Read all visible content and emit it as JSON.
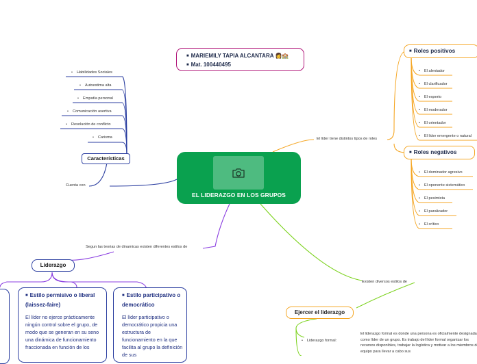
{
  "central": {
    "title": "EL LIDERAZGO EN LOS GRUPOS",
    "image_icon": "camera-icon"
  },
  "author": {
    "name": "MARIEMILY TAPIA  ALCANTARA",
    "mat": "Mat. 100440495",
    "emoji": "👩🏫"
  },
  "caracteristicas": {
    "title": "Características",
    "connector": "Cuenta con",
    "items": [
      "Habilidades Sociales",
      "Autoestima alta",
      "Empatía personal",
      "Comunicación asertiva",
      "Resolución de conflicto",
      "Carisma"
    ]
  },
  "roles": {
    "connector": "El líder tiene distintos tipos de roles",
    "positivos": {
      "title": "Roles positivos",
      "items": [
        "El alentador",
        "El clarificador",
        "El experto",
        "El moderador",
        "El orientador",
        "El líder emergente o natural"
      ]
    },
    "negativos": {
      "title": "Roles negativos",
      "items": [
        "El dominador agresivo",
        "El oponente sistemático",
        "El pesimista",
        "El paralizador",
        "El crítico"
      ]
    }
  },
  "liderazgo": {
    "connector": "Segun las teorias de dinamicas existen diferentes estilos de",
    "title": "Liderazgo",
    "permisivo": {
      "title": "Estilo permisivo o liberal (laissez-faire)",
      "body": "El líder no ejerce prácticamente ningún control sobre el grupo, de modo que se generan en su seno una dinámica de funcionamiento fraccionada en función de los"
    },
    "participativo": {
      "title": "Estilo participativo o democrático",
      "body": "El líder participativo o democrático propicia una estructura de funcionamiento en la que facilita al grupo la definición de sus"
    }
  },
  "ejercer": {
    "connector": "Existen diversos estilos de",
    "title": "Ejercer el liderazgo",
    "formal_label": "Liderazgo formal:",
    "formal_text": "El liderazgo formal es donde una persona es oficialmente designada como líder de un grupo. Es trabajo del líder formal organizar los recursos disponibles, trabajar la logística y motivar a los miembros del equipo para llevar a cabo sus"
  },
  "colors": {
    "central": "#0aa14f",
    "positive": "#f5a623",
    "negative": "#f5a623",
    "features": "#2b3ea0",
    "styles": "#8a3ee0",
    "exercise": "#7ed321",
    "author": "#b1167a"
  }
}
